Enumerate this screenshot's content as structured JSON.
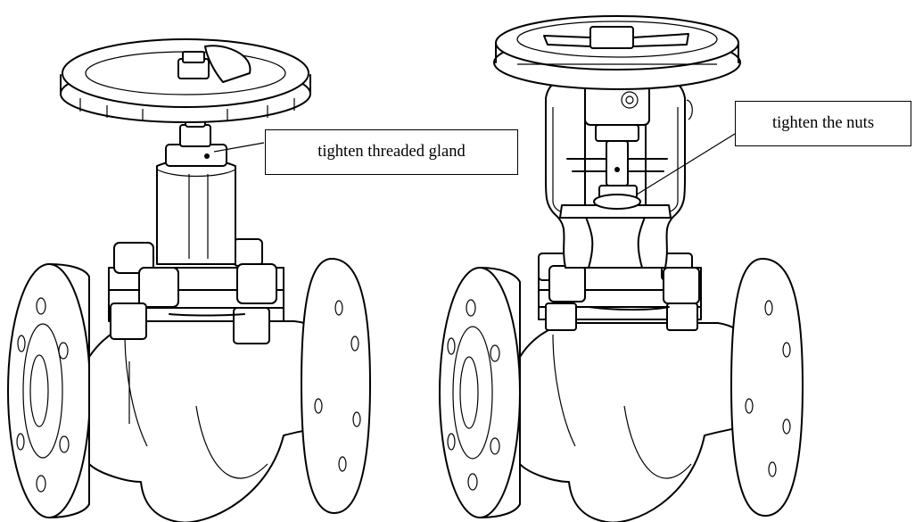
{
  "callouts": {
    "left": {
      "text": "tighten threaded gland"
    },
    "right": {
      "text": "tighten the nuts"
    }
  },
  "colors": {
    "line": "#000000",
    "background": "#ffffff"
  },
  "valves": [
    {
      "id": "left-valve",
      "type": "handwheel globe valve with threaded gland"
    },
    {
      "id": "right-valve",
      "type": "handwheel globe valve with yoke and gland nuts"
    }
  ]
}
